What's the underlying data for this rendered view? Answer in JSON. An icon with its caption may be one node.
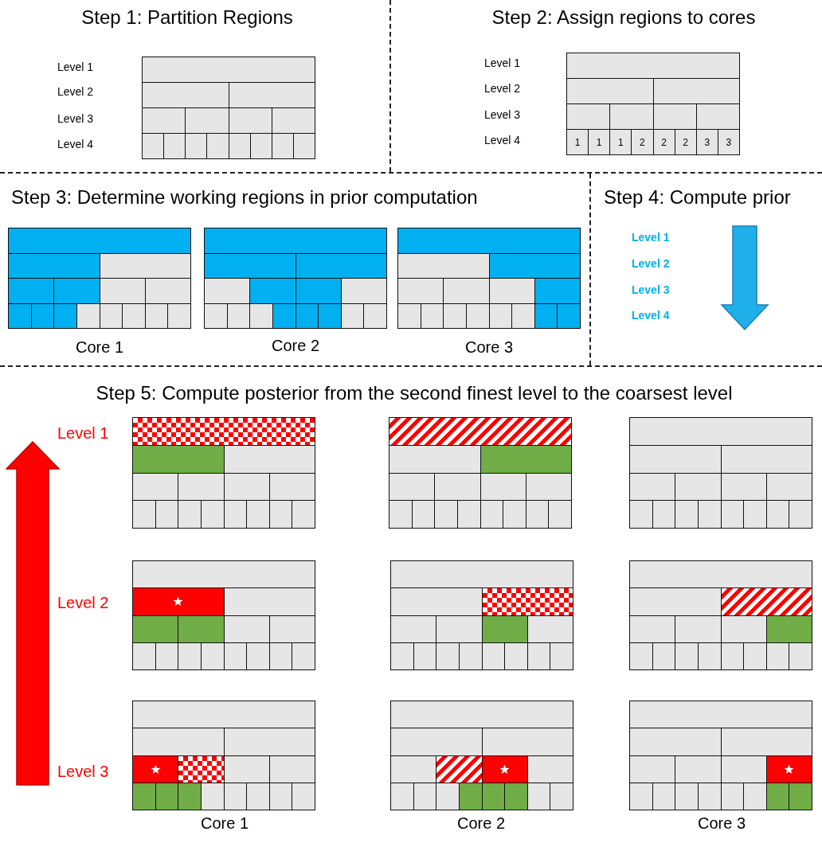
{
  "diagram": {
    "labels": [
      "Step 1: Partition Regions",
      "Level 1",
      "Level 2",
      "Level 3",
      "Level 4",
      "Step 2: Assign regions to cores",
      "Level 1",
      "Level 2",
      "Level 3",
      "Level 4",
      "1",
      "1",
      "1",
      "2",
      "2",
      "2",
      "3",
      "3",
      "Step 3: Determine working regions in prior computation",
      "Core 1",
      "Core 2",
      "Core 3",
      "Step 4: Compute prior",
      "Level 1",
      "Level 2",
      "Level 3",
      "Level 4",
      "Step 5: Compute posterior from the second finest level to the coarsest level",
      "Level 1",
      "Level 2",
      "Level 3",
      "Core 1",
      "Core 2",
      "Core 3"
    ]
  }
}
